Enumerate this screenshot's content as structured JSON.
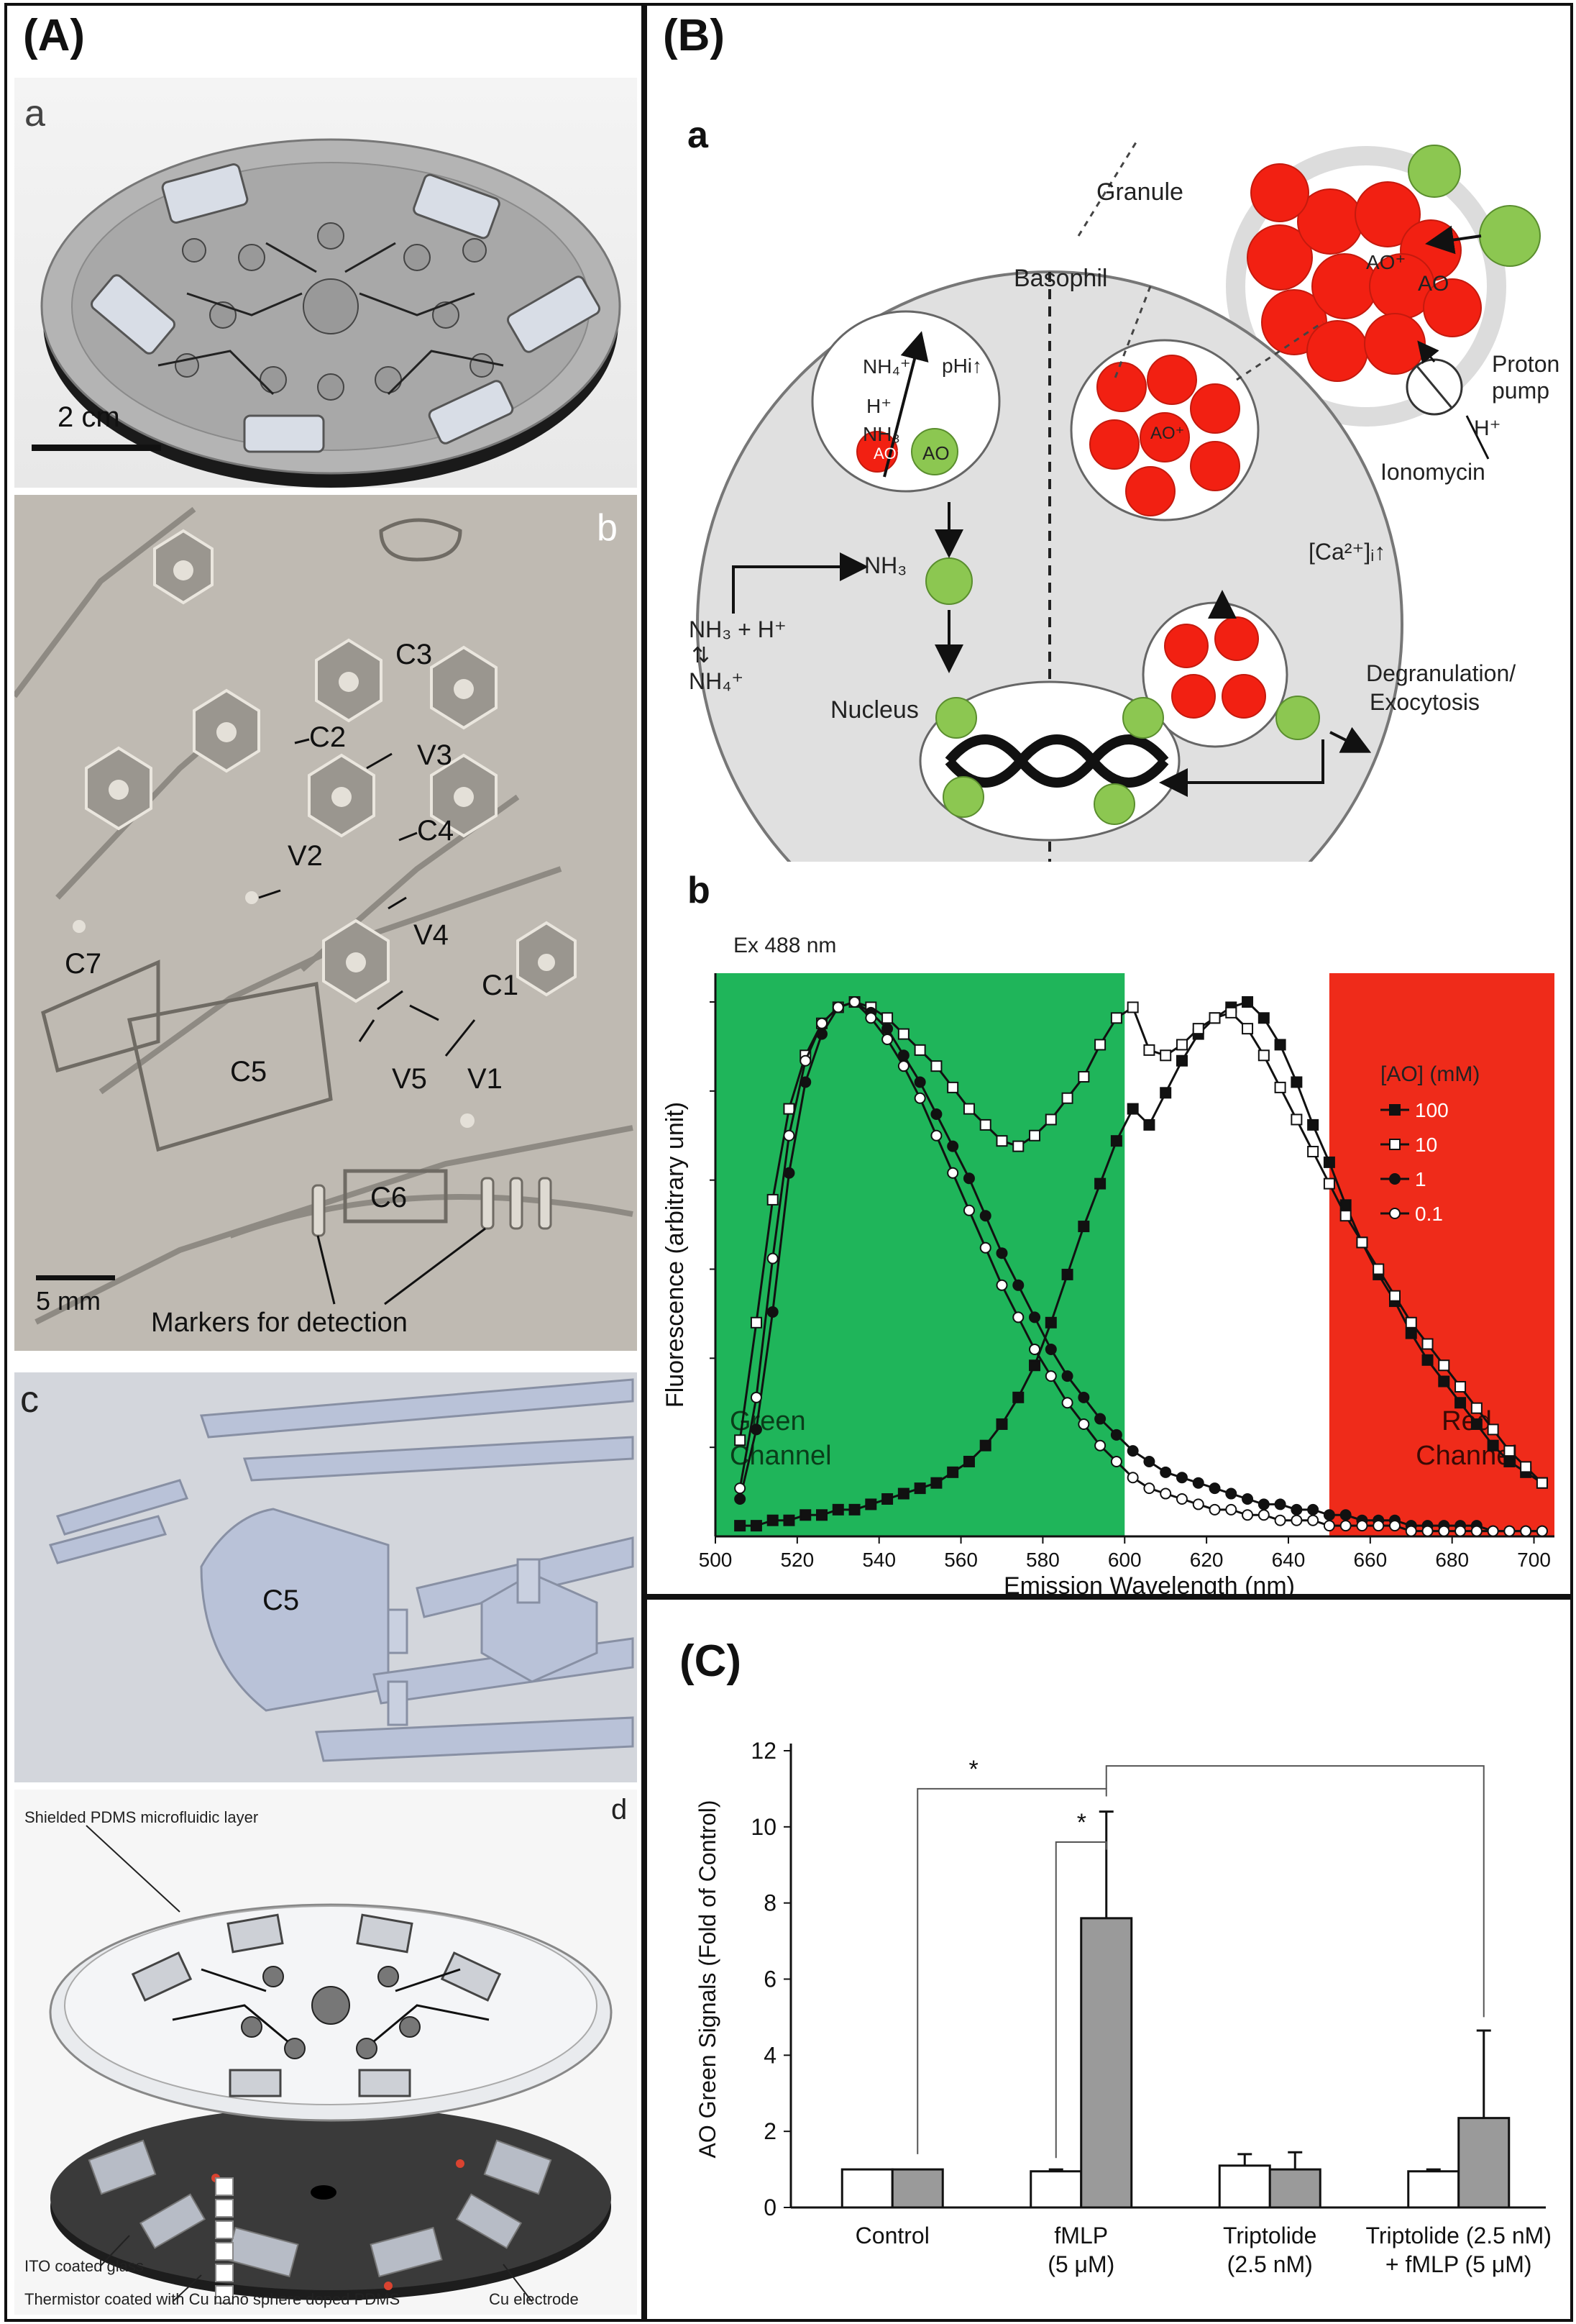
{
  "panel_A": {
    "label": "(A)",
    "a": {
      "label": "a",
      "scale": "2 cm"
    },
    "b": {
      "label": "b",
      "scale": "5 mm",
      "markers_caption": "Markers for detection",
      "chambers": [
        "C1",
        "C2",
        "C3",
        "C4",
        "C5",
        "C6",
        "C7"
      ],
      "valves": [
        "V1",
        "V2",
        "V3",
        "V4",
        "V5"
      ]
    },
    "c": {
      "label": "c",
      "chamber": "C5"
    },
    "d": {
      "label": "d",
      "shield_label": "Shielded PDMS microfluidic layer",
      "ito_label": "ITO coated glass",
      "thermistor_label": "Thermistor coated with Cu nano sphere doped PDMS",
      "electrode_label": "Cu electrode"
    }
  },
  "panel_B": {
    "label": "(B)",
    "a": {
      "label": "a",
      "texts": {
        "granule": "Granule",
        "basophil": "Basophil",
        "proton_pump": "Proton pump",
        "h_plus": "H⁺",
        "ionomycin": "Ionomycin",
        "ca": "[Ca²⁺]ᵢ↑",
        "nh4": "NH₄⁺",
        "phi": "pHi↑",
        "hplus_small": "H⁺",
        "nh3_inner": "NH₃",
        "nh3": "NH₃",
        "nh3_h": "NH₃ + H⁺",
        "nh4_out": "NH₄⁺",
        "ao": "AO",
        "ao_plus": "AO⁺",
        "nucleus": "Nucleus",
        "degran": "Degranulation/",
        "exo": "Exocytosis"
      }
    },
    "b": {
      "label": "b",
      "excitation": "Ex 488 nm",
      "green_channel": [
        "Green",
        "Channel"
      ],
      "red_channel": [
        "Red",
        "Channel"
      ]
    }
  },
  "panel_C": {
    "label": "(C)",
    "significance": [
      "*",
      "*"
    ]
  },
  "colors": {
    "green_band": "#1fb55a",
    "red_band": "#ef2b1a",
    "red_granule": "#f22012",
    "green_ao": "#8cc751",
    "bar_grey": "#9a9a9a"
  },
  "chart_data": [
    {
      "type": "line",
      "xlabel": "Emission Wavelength (nm)",
      "ylabel": "Fluorescence (arbitrary unit)",
      "xlim": [
        500,
        705
      ],
      "x_ticks": [
        "500",
        "520",
        "540",
        "560",
        "580",
        "600",
        "620",
        "640",
        "660",
        "680",
        "700"
      ],
      "legend_title": "[AO] (mM)",
      "legend_placement": "right",
      "x": [
        506,
        510,
        514,
        518,
        522,
        526,
        530,
        534,
        538,
        542,
        546,
        550,
        554,
        558,
        562,
        566,
        570,
        574,
        578,
        582,
        586,
        590,
        594,
        598,
        602,
        606,
        610,
        614,
        618,
        622,
        626,
        630,
        634,
        638,
        642,
        646,
        650,
        654,
        658,
        662,
        666,
        670,
        674,
        678,
        682,
        686,
        690,
        694,
        698,
        702
      ],
      "series": [
        {
          "name": "100",
          "marker": "filled-square",
          "values": [
            0.02,
            0.02,
            0.03,
            0.03,
            0.04,
            0.04,
            0.05,
            0.05,
            0.06,
            0.07,
            0.08,
            0.09,
            0.1,
            0.12,
            0.14,
            0.17,
            0.21,
            0.26,
            0.32,
            0.4,
            0.49,
            0.58,
            0.66,
            0.74,
            0.8,
            0.77,
            0.83,
            0.89,
            0.94,
            0.97,
            0.99,
            1.0,
            0.97,
            0.92,
            0.85,
            0.77,
            0.7,
            0.62,
            0.55,
            0.49,
            0.44,
            0.38,
            0.33,
            0.29,
            0.25,
            0.21,
            0.17,
            0.14,
            0.12,
            0.1
          ]
        },
        {
          "name": "10",
          "marker": "open-square",
          "values": [
            0.18,
            0.4,
            0.63,
            0.8,
            0.9,
            0.96,
            0.99,
            1.0,
            0.99,
            0.97,
            0.94,
            0.91,
            0.88,
            0.84,
            0.8,
            0.77,
            0.74,
            0.73,
            0.75,
            0.78,
            0.82,
            0.86,
            0.92,
            0.97,
            0.99,
            0.91,
            0.9,
            0.92,
            0.95,
            0.97,
            0.98,
            0.95,
            0.9,
            0.84,
            0.78,
            0.72,
            0.66,
            0.6,
            0.55,
            0.5,
            0.45,
            0.4,
            0.36,
            0.32,
            0.28,
            0.24,
            0.2,
            0.16,
            0.13,
            0.1
          ]
        },
        {
          "name": "1",
          "marker": "filled-circle",
          "values": [
            0.07,
            0.2,
            0.42,
            0.68,
            0.85,
            0.94,
            0.99,
            1.0,
            0.98,
            0.95,
            0.9,
            0.85,
            0.79,
            0.73,
            0.67,
            0.6,
            0.53,
            0.47,
            0.41,
            0.35,
            0.3,
            0.26,
            0.22,
            0.19,
            0.16,
            0.14,
            0.12,
            0.11,
            0.1,
            0.09,
            0.08,
            0.07,
            0.06,
            0.06,
            0.05,
            0.05,
            0.04,
            0.04,
            0.03,
            0.03,
            0.03,
            0.02,
            0.02,
            0.02,
            0.02,
            0.02,
            0.01,
            0.01,
            0.01,
            0.01
          ]
        },
        {
          "name": "0.1",
          "marker": "open-circle",
          "values": [
            0.09,
            0.26,
            0.52,
            0.75,
            0.89,
            0.96,
            0.99,
            1.0,
            0.97,
            0.93,
            0.88,
            0.82,
            0.75,
            0.68,
            0.61,
            0.54,
            0.47,
            0.41,
            0.35,
            0.3,
            0.25,
            0.21,
            0.17,
            0.14,
            0.11,
            0.09,
            0.08,
            0.07,
            0.06,
            0.05,
            0.05,
            0.04,
            0.04,
            0.03,
            0.03,
            0.03,
            0.02,
            0.02,
            0.02,
            0.02,
            0.02,
            0.01,
            0.01,
            0.01,
            0.01,
            0.01,
            0.01,
            0.01,
            0.01,
            0.01
          ]
        }
      ]
    },
    {
      "type": "bar",
      "ylabel": "AO Green Signals (Fold of Control)",
      "ylim": [
        0,
        12
      ],
      "y_ticks": [
        "0",
        "2",
        "4",
        "6",
        "8",
        "10",
        "12"
      ],
      "categories": [
        [
          "Control"
        ],
        [
          "fMLP",
          "(5 μM)"
        ],
        [
          "Triptolide",
          "(2.5 nM)"
        ],
        [
          "Triptolide (2.5 nM)",
          "+ fMLP (5 μM)"
        ]
      ],
      "series": [
        {
          "color": "white",
          "values": [
            1.0,
            0.95,
            1.1,
            0.95
          ],
          "errors": [
            0,
            0.05,
            0.3,
            0.05
          ]
        },
        {
          "color": "grey",
          "values": [
            1.0,
            7.6,
            1.0,
            2.35
          ],
          "errors": [
            0,
            2.8,
            0.45,
            2.3
          ]
        }
      ]
    }
  ]
}
